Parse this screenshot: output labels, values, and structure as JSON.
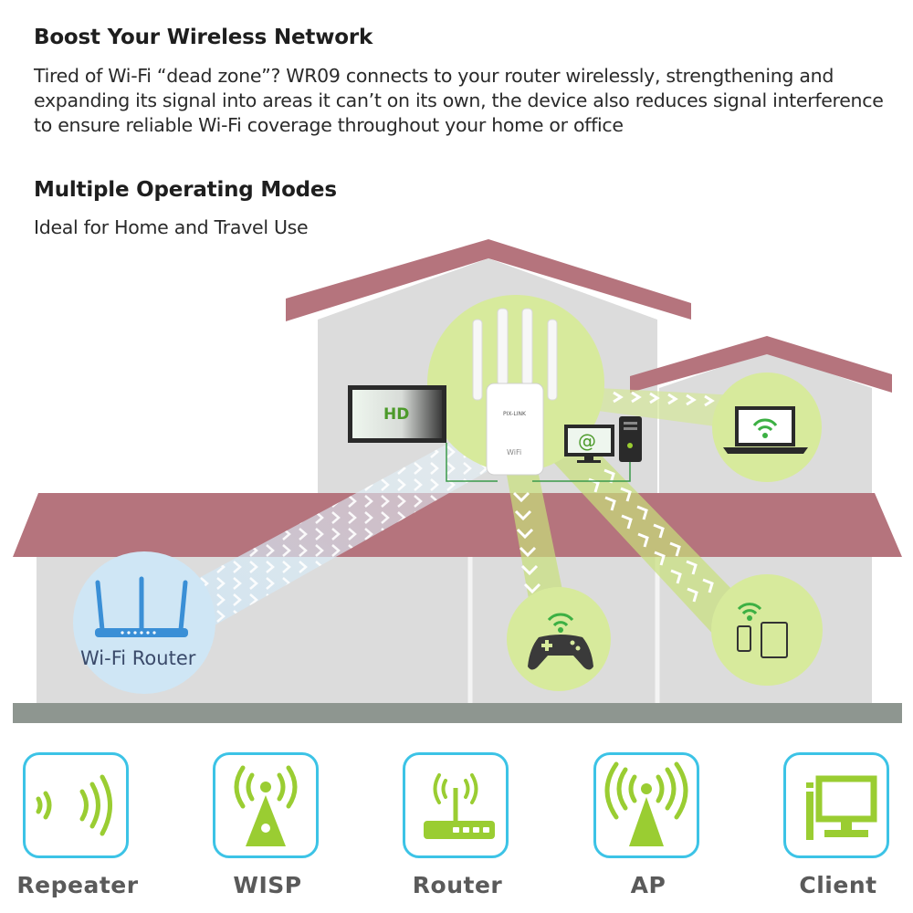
{
  "header": {
    "title": "Boost Your Wireless Network",
    "paragraph": "Tired of Wi-Fi “dead zone”? WR09 connects to your router wirelessly, strengthening and expanding its signal into areas it can’t on its own, the device also reduces signal interference to ensure reliable Wi-Fi coverage throughout your home or office"
  },
  "modes_section": {
    "title": "Multiple Operating Modes",
    "subtitle": "Ideal for Home and Travel Use"
  },
  "scene": {
    "tv_label": "HD",
    "router_label": "Wi-Fi Router",
    "email_symbol": "@",
    "device_brand": "PIX-LINK",
    "device_logo": "WiFi"
  },
  "modes": [
    {
      "label": "Repeater",
      "icon": "repeater-icon"
    },
    {
      "label": "WISP",
      "icon": "wisp-tower-icon"
    },
    {
      "label": "Router",
      "icon": "router-icon"
    },
    {
      "label": "AP",
      "icon": "ap-icon"
    },
    {
      "label": "Client",
      "icon": "client-computer-icon"
    }
  ],
  "colors": {
    "roof": "#b5747d",
    "wall": "#dcdcdc",
    "ground": "#8e9690",
    "accent_green": "#9acd32",
    "circle_green": "#d7ea9c",
    "icon_border": "#3cc3e6",
    "router_blue": "#3a8fd6"
  }
}
